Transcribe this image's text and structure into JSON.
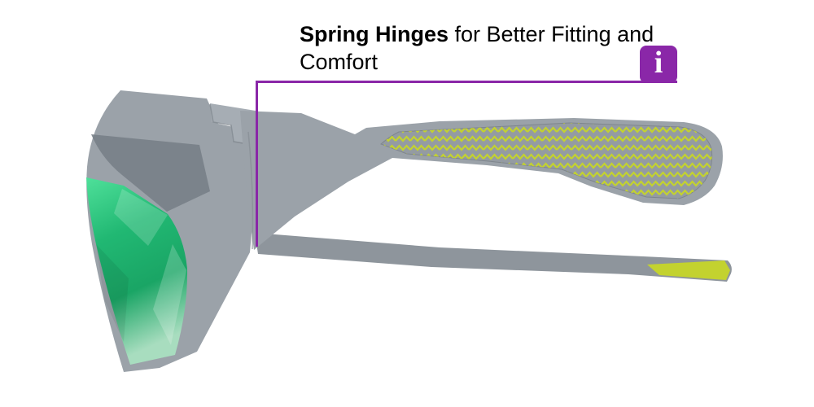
{
  "annotation": {
    "title_bold": "Spring Hinges",
    "title_rest": " for Better Fitting and Comfort",
    "line_color": "#8A27A8"
  },
  "info_icon": {
    "glyph": "i",
    "background_color": "#8A27A8",
    "glyph_color": "#FFFFFF"
  },
  "product": {
    "name": "sunglasses-side-view",
    "frame_color": "#9BA2A9",
    "lens_gradient": [
      "#4FE09A",
      "#21B873",
      "#A8DDBF"
    ],
    "accent_color": "#C3D22F",
    "grip_pattern": "chevron-zigzag"
  }
}
